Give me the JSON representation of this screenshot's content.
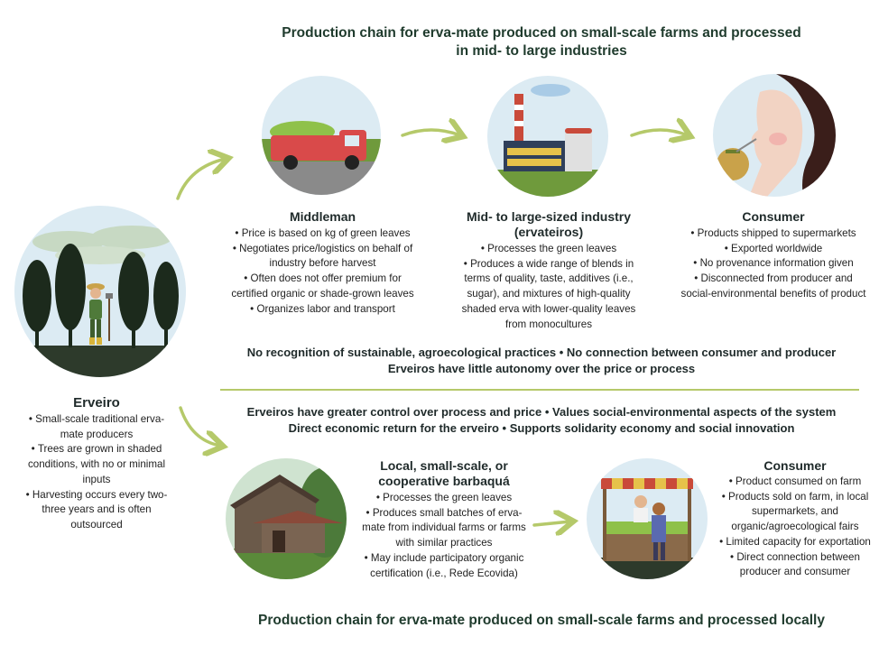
{
  "top_title": [
    "Production chain for erva-mate produced on small-scale farms and processed",
    "in mid- to large industries"
  ],
  "bottom_title": "Production chain for erva-mate produced on small-scale farms and processed locally",
  "erveiro": {
    "heading": "Erveiro",
    "bullets": [
      "Small-scale traditional erva-mate producers",
      "Trees are grown in shaded conditions, with no or minimal inputs",
      "Harvesting occurs every two-three years and is often outsourced"
    ]
  },
  "middleman": {
    "heading": "Middleman",
    "bullets": [
      "Price is based on kg of green leaves",
      "Negotiates price/logistics on behalf of industry before harvest",
      "Often does not offer premium for certified organic or shade-grown leaves",
      "Organizes labor and transport"
    ]
  },
  "industry": {
    "heading": [
      "Mid- to large-sized industry",
      "(ervateiros)"
    ],
    "bullets": [
      "Processes the green leaves",
      "Produces a wide range of blends in terms of quality, taste, additives (i.e., sugar), and mixtures of high-quality shaded erva with lower-quality leaves from monocultures"
    ]
  },
  "consumer_top": {
    "heading": "Consumer",
    "bullets": [
      "Products shipped to supermarkets",
      "Exported worldwide",
      "No provenance information given",
      "Disconnected from producer and social-environmental benefits of product"
    ]
  },
  "band_top": [
    "No recognition of sustainable, agroecological practices • No connection between consumer and producer",
    "Erveiros have little autonomy over the price or process"
  ],
  "band_bottom": [
    "Erveiros have greater control over process and price • Values social-environmental aspects of the system",
    "Direct economic return for the erveiro • Supports solidarity economy and social innovation"
  ],
  "barbaqua": {
    "heading": [
      "Local, small-scale, or",
      "cooperative barbaquá"
    ],
    "bullets": [
      "Processes the green leaves",
      "Produces small batches of erva-mate from individual farms or farms with similar practices",
      "May include participatory organic certification (i.e., Rede Ecovida)"
    ]
  },
  "consumer_bottom": {
    "heading": "Consumer",
    "bullets": [
      "Product consumed on farm",
      "Products sold on farm, in local supermarkets, and organic/agroecological fairs",
      "Limited capacity for exportation",
      "Direct connection between producer and consumer"
    ]
  },
  "colors": {
    "arrow": "#b5c96a",
    "title": "#1f3b2d",
    "divider": "#b5c96a"
  }
}
